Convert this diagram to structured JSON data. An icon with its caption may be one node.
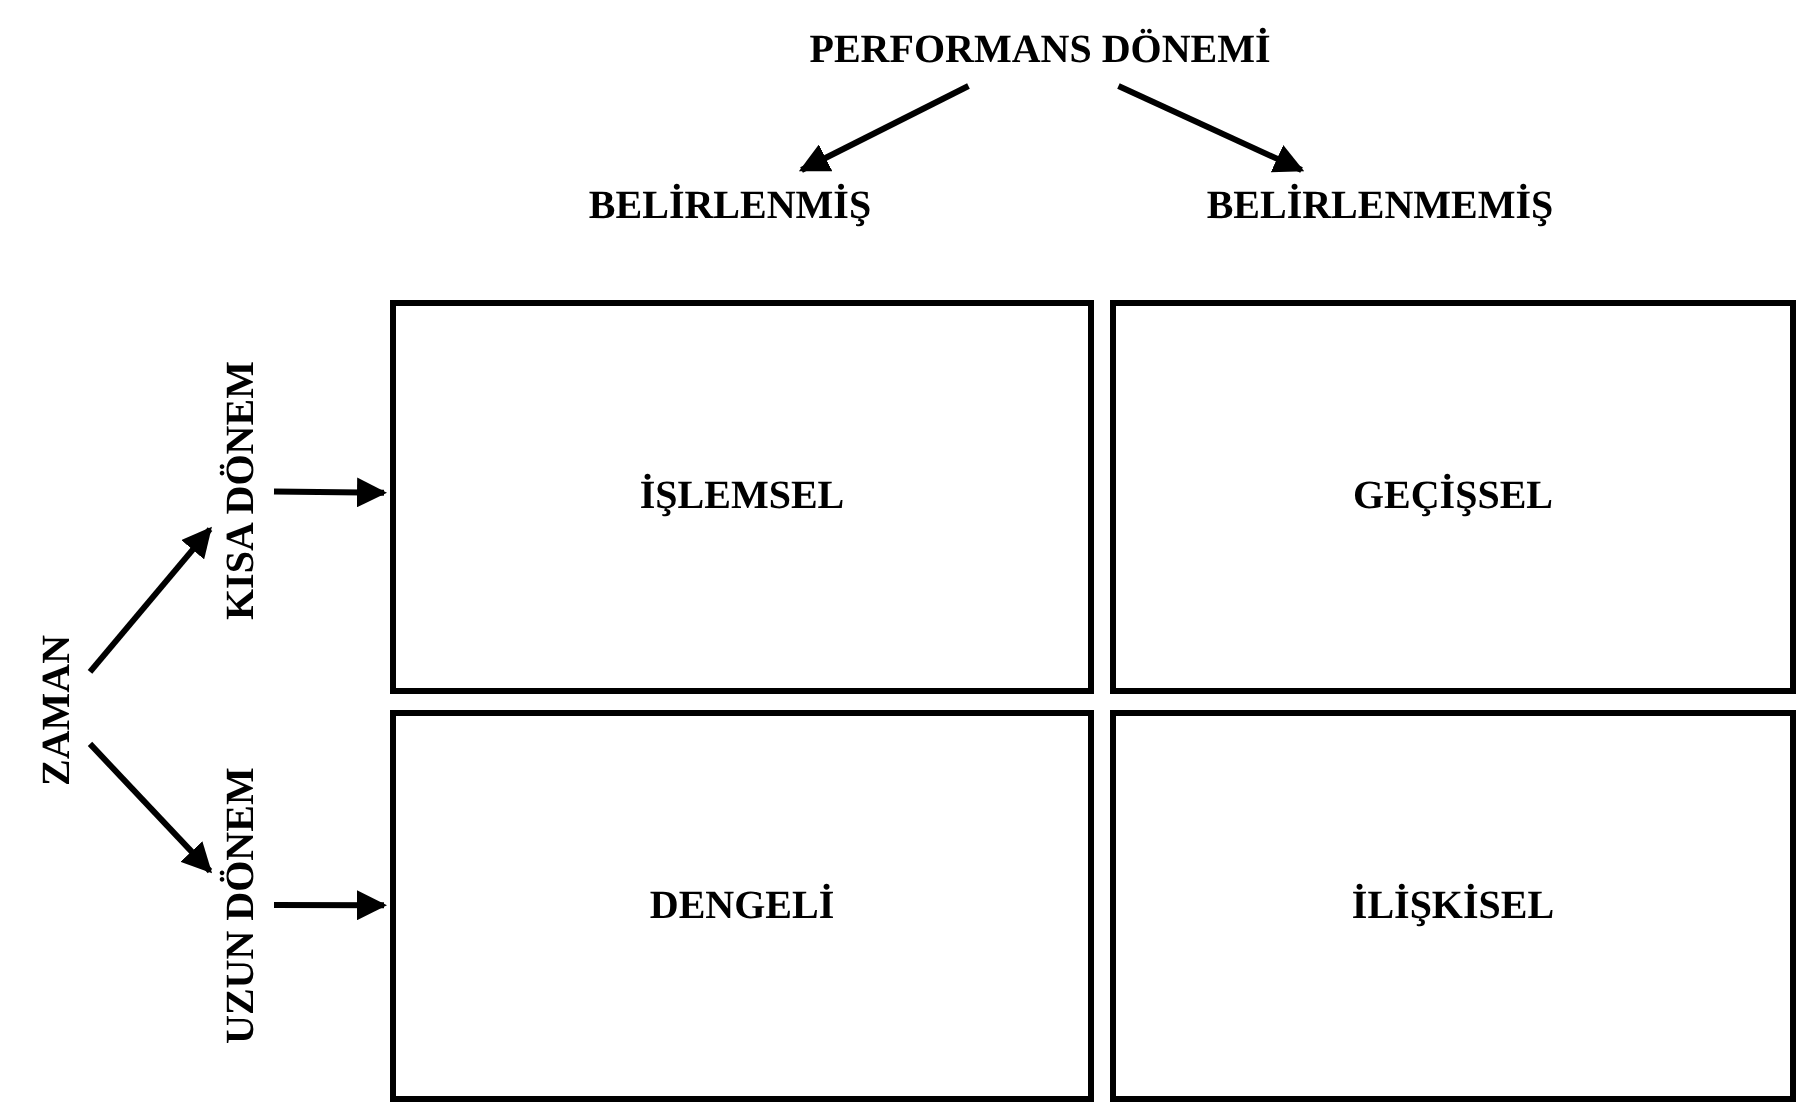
{
  "diagram": {
    "nodes": [
      {
        "text": [
          "PERFORMANS DÖNEMİ"
        ]
      },
      {
        "text": [
          "BELİRLENMİŞ"
        ]
      },
      {
        "text": [
          "BELİRLENMEMİŞ"
        ]
      },
      {
        "text": [
          "ZAMAN"
        ]
      },
      {
        "text": [
          "KISA DÖNEM"
        ]
      },
      {
        "text": [
          "UZUN DÖNEM"
        ]
      },
      {
        "text": [
          "İŞLEMSEL"
        ]
      },
      {
        "text": [
          "GEÇİŞSEL"
        ]
      },
      {
        "text": [
          "DENGELİ"
        ]
      },
      {
        "text": [
          "İLİŞKİSEL"
        ]
      }
    ],
    "edges": [
      {
        "from": 0,
        "to": 1,
        "arrow": "to"
      },
      {
        "from": 0,
        "to": 2,
        "arrow": "to"
      },
      {
        "from": 3,
        "to": 4,
        "arrow": "to"
      },
      {
        "from": 3,
        "to": 5,
        "arrow": "to"
      },
      {
        "from": 4,
        "to": 6,
        "arrow": "to"
      },
      {
        "from": 5,
        "to": 8,
        "arrow": "to"
      }
    ]
  }
}
